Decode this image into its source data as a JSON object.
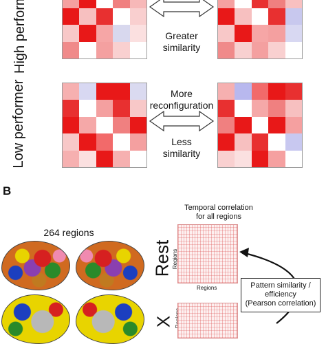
{
  "panel_b_letter": "B",
  "rows": {
    "high": "High performer",
    "low": "Low performer"
  },
  "arrows": {
    "high_bottom": "Greater\nsimilarity",
    "low_top": "More\nreconfiguration",
    "low_bottom": "Less\nsimilarity"
  },
  "panel_b": {
    "regions": "264 regions",
    "temporal": "Temporal correlation\nfor all regions",
    "rest": "Rest",
    "regions_axis_x": "Regions",
    "regions_axis_y": "Regions",
    "regions_axis_y2": "Regions",
    "box": "Pattern similarity /\nefficiency\n(Pearson correlation)",
    "task_partial": "X"
  },
  "matrices": {
    "high_left": [
      [
        "#f26a6a",
        "#ffffff",
        "#e81818",
        "#ee4040",
        "#e81818"
      ],
      [
        "#f5a0a0",
        "#e81818",
        "#ffffff",
        "#f08080",
        "#f7b8b8"
      ],
      [
        "#e81818",
        "#f7c0c0",
        "#e83030",
        "#ffffff",
        "#f9cfcf"
      ],
      [
        "#f8c8c8",
        "#e81818",
        "#f6a6a6",
        "#d8d8ee",
        "#fbe0e0"
      ],
      [
        "#f08a8a",
        "#ffffff",
        "#f4a0a0",
        "#f9d0d0",
        "#ffffff"
      ]
    ],
    "high_right": [
      [
        "#e81818",
        "#f05050",
        "#e81818",
        "#ffffff",
        "#f26a6a"
      ],
      [
        "#f5a0a0",
        "#ffffff",
        "#e83030",
        "#f08080",
        "#f8c0c0"
      ],
      [
        "#e81818",
        "#f7c0c0",
        "#ffffff",
        "#e83030",
        "#c8c8ee"
      ],
      [
        "#f8c8c8",
        "#e81818",
        "#f6a6a6",
        "#f4a0a0",
        "#d8d8f2"
      ],
      [
        "#f08a8a",
        "#f8d0d0",
        "#f4a0a0",
        "#f9d0d0",
        "#ffffff"
      ]
    ],
    "low_left": [
      [
        "#f6b0b0",
        "#d8d8f2",
        "#e81818",
        "#e81818",
        "#dadaf0"
      ],
      [
        "#e83030",
        "#ffffff",
        "#f4a0a0",
        "#e83030",
        "#f8c8c8"
      ],
      [
        "#e81818",
        "#f5a8a8",
        "#ffffff",
        "#f08080",
        "#e81818"
      ],
      [
        "#f8c8c8",
        "#e81818",
        "#f26a6a",
        "#ffffff",
        "#f4a0a0"
      ],
      [
        "#f6b0b0",
        "#fbe0e0",
        "#e81818",
        "#f6b0b0",
        "#ffffff"
      ]
    ],
    "low_right": [
      [
        "#f6b0b0",
        "#b8b8ee",
        "#f26a6a",
        "#e81818",
        "#e83030"
      ],
      [
        "#e83030",
        "#ffffff",
        "#f5a8a8",
        "#f08080",
        "#f7c0c0"
      ],
      [
        "#f08080",
        "#e81818",
        "#ffffff",
        "#e81818",
        "#f5a0a0"
      ],
      [
        "#e81818",
        "#f7c0c0",
        "#e83030",
        "#ffffff",
        "#c8c8f0"
      ],
      [
        "#f9d0d0",
        "#fbe0e0",
        "#e81818",
        "#f5a0a0",
        "#ffffff"
      ]
    ]
  }
}
